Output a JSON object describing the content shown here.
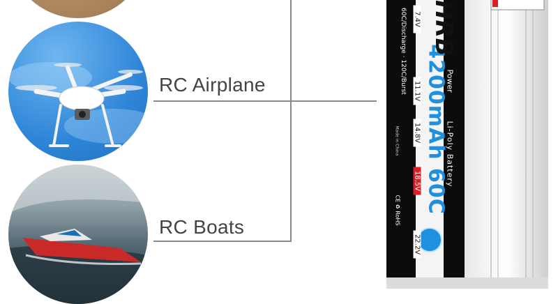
{
  "applications": [
    {
      "label": "RC Airplane"
    },
    {
      "label": "RC Boats"
    }
  ],
  "battery": {
    "brand": "HRB",
    "power_text": "Power",
    "type_text": "Li-Poly Battery",
    "capacity_text": "4200mAh 60C",
    "discharge_text": "60C/Discharge · 120C/Burst",
    "made_in": "Made in China",
    "cert": "CE ♻ RoHS",
    "voltages": [
      "7.4V",
      "11.1V",
      "14.8V",
      "18.5V",
      "22.2V"
    ],
    "selected_voltage": "18.5V"
  },
  "colors": {
    "line": "#8a8a8a",
    "label": "#444444",
    "capacity_blue": "#1f8fe0",
    "selected_red": "#d9202a"
  }
}
